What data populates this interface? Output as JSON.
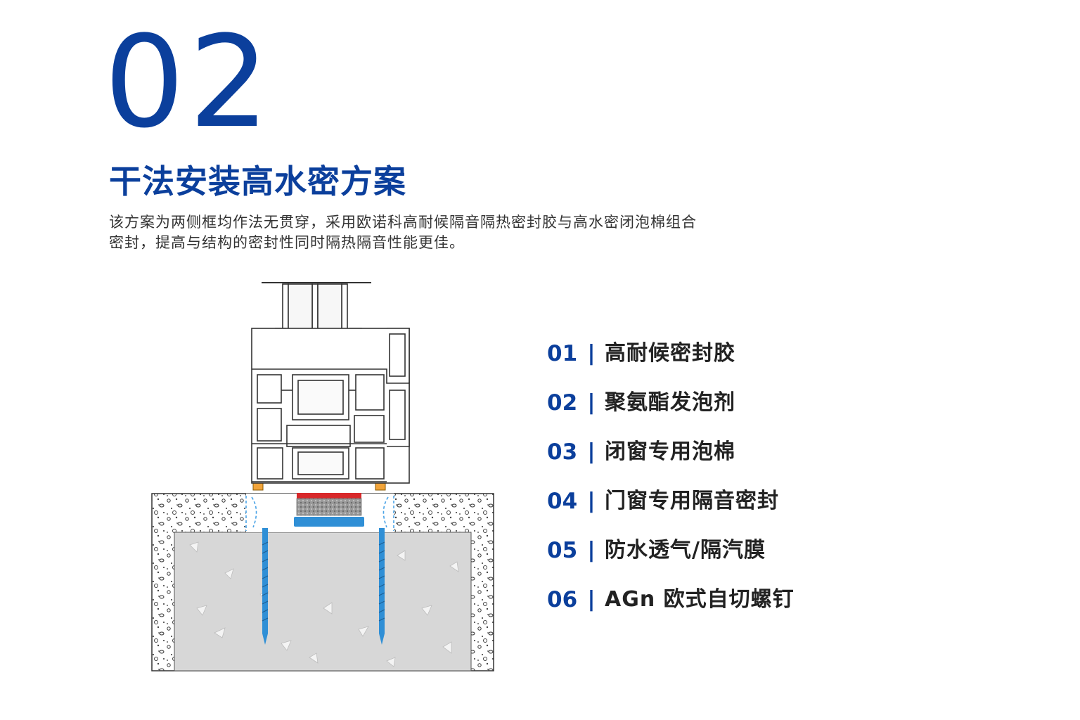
{
  "header": {
    "number": "02",
    "title": "干法安装高水密方案",
    "description_lines": [
      "该方案为两侧框均作法无贯穿，采用欧诺科高耐候隔音隔热密封胶与高水密闭泡棉组合",
      "密封，提高与结构的密封性同时隔热隔音性能更佳。"
    ]
  },
  "legend": {
    "separator": "|",
    "items": [
      {
        "num": "01",
        "label": "高耐候密封胶"
      },
      {
        "num": "02",
        "label": "聚氨酯发泡剂"
      },
      {
        "num": "03",
        "label": "闭窗专用泡棉"
      },
      {
        "num": "04",
        "label": "门窗专用隔音密封"
      },
      {
        "num": "05",
        "label": "防水透气/隔汽膜"
      },
      {
        "num": "06",
        "label": "AGn 欧式自切螺钉"
      }
    ]
  },
  "colors": {
    "brand_blue": "#0b3f9c",
    "screw_blue": "#2f8fd6",
    "seal_red": "#d8282a",
    "seal_orange": "#f2a43a",
    "concrete": "#d7d7d7"
  },
  "diagram_icons": [
    "window-frame-profile-icon",
    "concrete-wall-icon",
    "screw-icon",
    "seal-block-icon"
  ]
}
